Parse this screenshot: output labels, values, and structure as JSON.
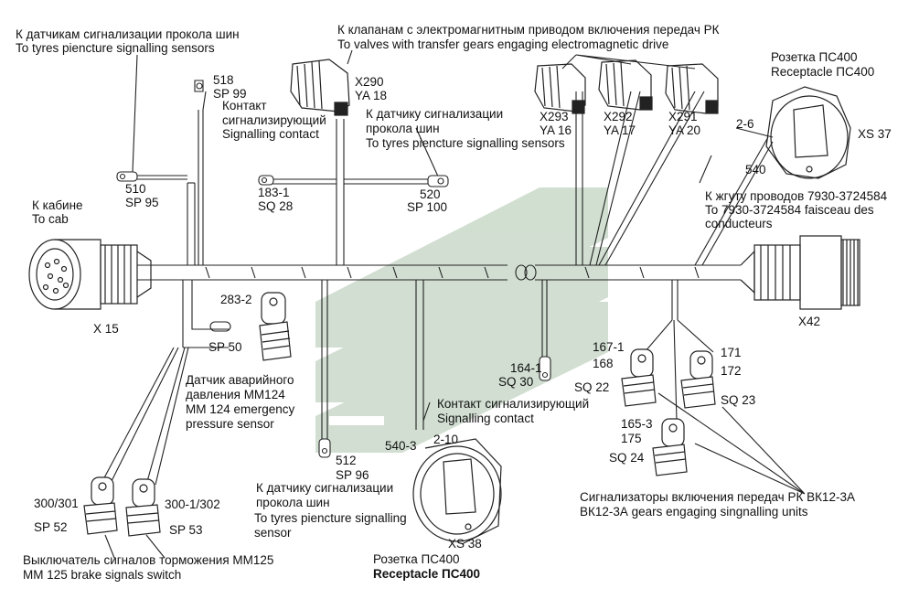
{
  "labels": {
    "sp_sensors_ru": "К датчикам сигнализации прокола шин",
    "sp_sensors_en": "To tyres piencture signalling sensors",
    "valves_ru": "К клапанам с электромагнитным приводом включения передач РК",
    "valves_en": "To valves with transfer gears engaging electromagnetic drive",
    "receptacle_top_ru": "Розетка ПС400",
    "receptacle_top_en": "Receptacle ПС400",
    "n518": "518",
    "sp99": "SP 99",
    "contact_ru": "Контакт",
    "contact_ru2": "сигнализирующий",
    "contact_en": "Signalling contact",
    "x290": "X290",
    "ya18": "YA 18",
    "sensor_mid_ru": "К датчику сигнализации",
    "sensor_mid_ru2": "прокола шин",
    "sensor_mid_en": "To tyres piencture signalling sensors",
    "x293": "X293",
    "ya16": "YA 16",
    "x292": "X292",
    "ya17": "YA 17",
    "x291": "X291",
    "ya20": "YA 20",
    "n2_6": "2-6",
    "xs37": "XS 37",
    "n540_top": "540",
    "harness_ru": "К жгуту проводов 7930-3724584",
    "harness_en": "To 7930-3724584 faisceau des",
    "harness_en2": "conducteurs",
    "n510": "510",
    "sp95": "SP 95",
    "n183_1": "183-1",
    "sq28": "SQ 28",
    "n520": "520",
    "sp100": "SP 100",
    "cab_ru": "К кабине",
    "cab_en": "To cab",
    "x15": "X 15",
    "x42": "X42",
    "n283_2": "283-2",
    "sp50": "SP 50",
    "pressure_ru": "Датчик аварийного",
    "pressure_ru2": "давления ММ124",
    "pressure_en": "MM 124 emergency",
    "pressure_en2": "pressure sensor",
    "n164_1": "164-1",
    "sq30": "SQ 30",
    "contact2_ru": "Контакт сигнализирующий",
    "contact2_en": "Signalling contact",
    "n167_1": "167-1",
    "n168": "168",
    "sq22": "SQ 22",
    "n171": "171",
    "n172": "172",
    "sq23": "SQ 23",
    "n165_3": "165-3",
    "n175": "175",
    "sq24": "SQ 24",
    "n540_3": "540-3",
    "n2_10": "2-10",
    "n512": "512",
    "sp96": "SP 96",
    "sensor_low_ru": "К датчику сигнализации",
    "sensor_low_ru2": "прокола шин",
    "sensor_low_en": "To tyres piencture signalling",
    "sensor_low_en2": "sensor",
    "xs38": "XS 38",
    "receptacle_bot_ru": "Розетка ПС400",
    "receptacle_bot_en": "Receptacle ПС400",
    "gears_ru": "Сигнализаторы включения передач РК ВК12-3А",
    "gears_en": "ВК12-3А gears engaging singnalling units",
    "n300_301": "300/301",
    "sp52": "SP 52",
    "n300_1_302": "300-1/302",
    "sp53": "SP 53",
    "brake_ru": "Выключатель сигналов торможения ММ125",
    "brake_en": "MM 125 brake signals switch"
  },
  "colors": {
    "line": "#222222",
    "watermark": "#c9d9c9"
  }
}
